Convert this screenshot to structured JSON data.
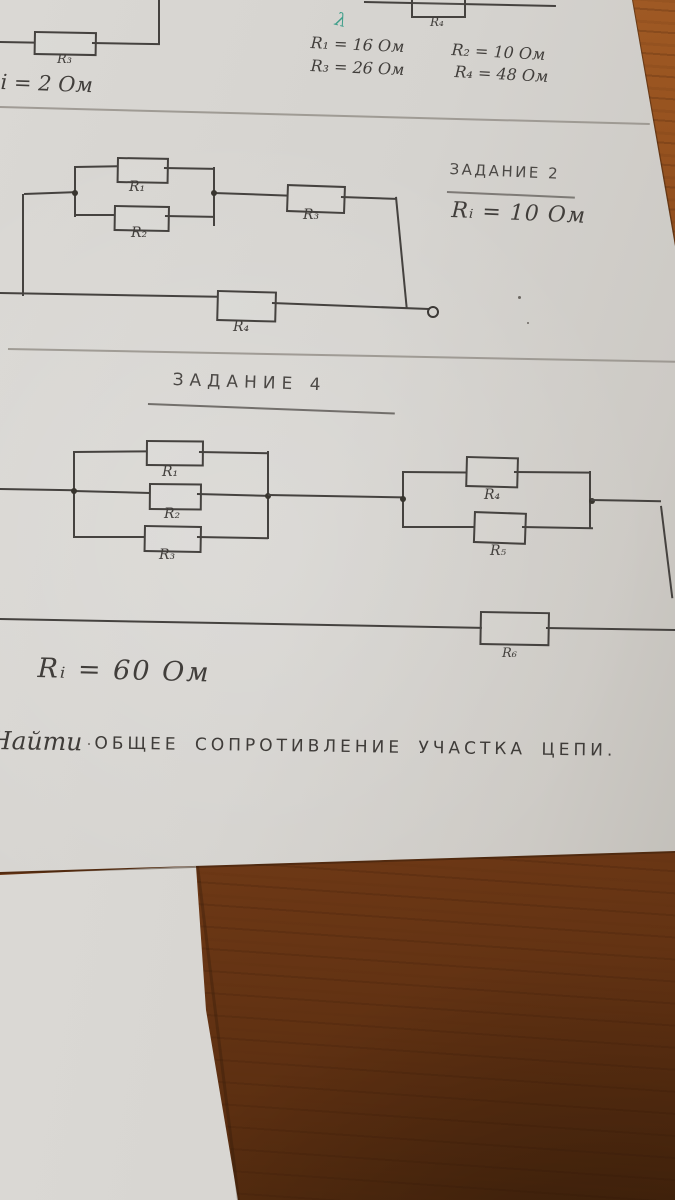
{
  "top_section": {
    "r3_label": "R₃",
    "r4_label": "R₄",
    "check_mark": "λ",
    "values": [
      "R₁ = 16 Ом",
      "R₂ = 10 Ом",
      "R₃ = 26 Ом",
      "R₄ = 48 Ом"
    ],
    "ri_partial": "i = 2 Ом"
  },
  "task2": {
    "heading": "ЗАДАНИЕ 2",
    "ri": "Rᵢ = 10 Ом",
    "r1": "R₁",
    "r2": "R₂",
    "r3": "R₃",
    "r4": "R₄"
  },
  "task4": {
    "heading": "ЗАДАНИЕ 4",
    "ri": "Rᵢ = 60 Ом",
    "r1": "R₁",
    "r2": "R₂",
    "r3": "R₃",
    "r4": "R₄",
    "r5": "R₅",
    "r6": "R₆"
  },
  "instruction": {
    "lead": "Найти",
    "body": "ОБЩЕЕ СОПРОТИВЛЕНИЕ УЧАСТКА ЦЕПИ."
  },
  "colors": {
    "paper": "#d5d2cd",
    "pencil": "#45423f",
    "wood_light": "#a55e27",
    "wood_dark": "#502a0e",
    "check_green": "#3f9e8a"
  }
}
